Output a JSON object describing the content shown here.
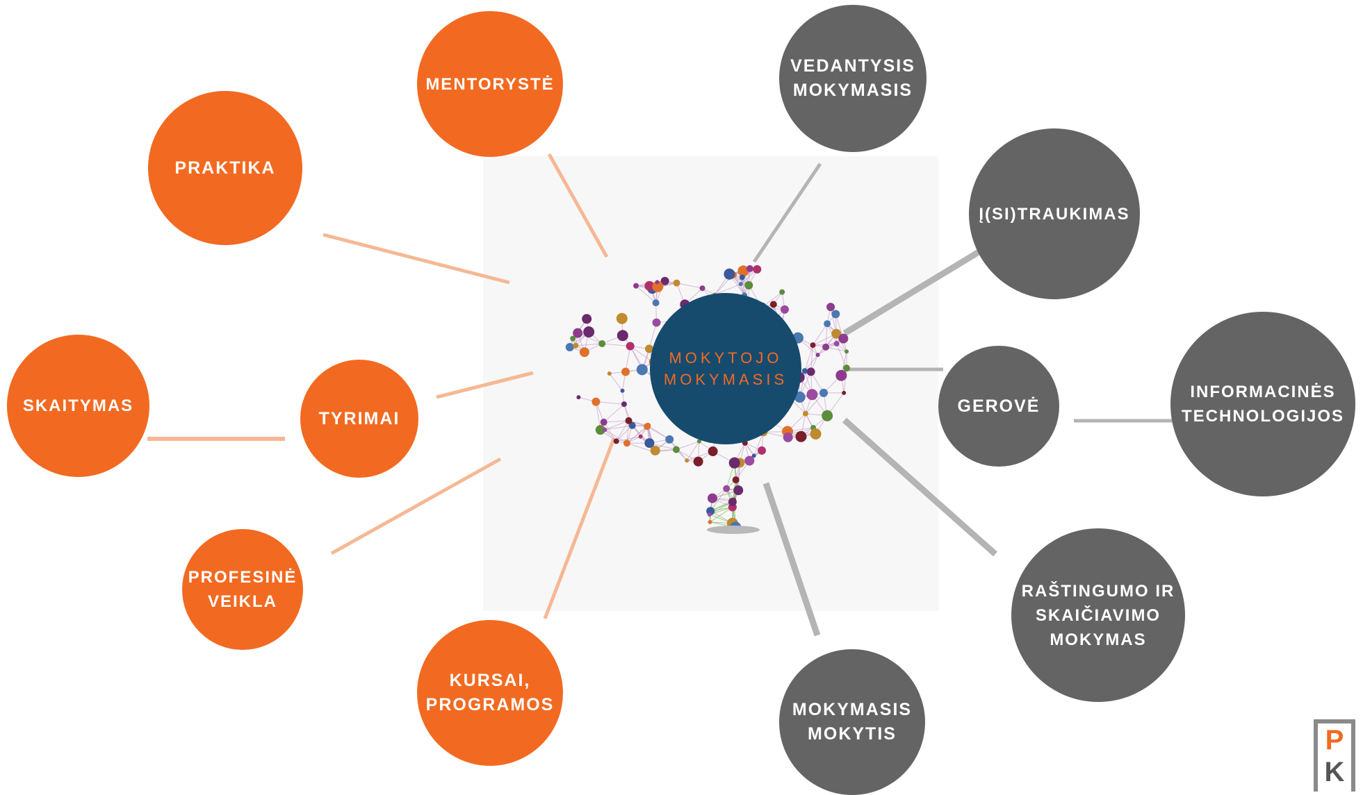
{
  "colors": {
    "orange": "#f26a21",
    "gray": "#646464",
    "center_fill": "#164b6e",
    "center_text": "#f26a21",
    "orange_line": "#f5b894",
    "gray_line": "#b4b4b4",
    "background_panel": "#f7f7f7"
  },
  "center": {
    "label": "MOKYTOJO\nMOKYMASIS"
  },
  "nodes": {
    "mentoryste": "MENTORYSTĖ",
    "praktika": "PRAKTIKA",
    "skaitymas": "SKAITYMAS",
    "tyrimai": "TYRIMAI",
    "profesine_veikla": "PROFESINĖ\nVEIKLA",
    "kursai_programos": "KURSAI,\nPROGRAMOS",
    "vedantysis_mokymasis": "VEDANTYSIS\nMOKYMASIS",
    "sitraukimas": "Į(SI)TRAUKIMAS",
    "gerove": "GEROVĖ",
    "informacines_technologijos": "INFORMACINĖS\nTECHNOLOGIJOS",
    "rastingumo_skaiciavimo": "RAŠTINGUMO IR\nSKAIČIAVIMO\nMOKYMAS",
    "mokymasis_mokytis": "MOKYMASIS\nMOKYTIS"
  },
  "logo": {
    "letters": [
      "P",
      "K"
    ],
    "icon": "pk-logo-icon"
  },
  "background_icon": "brain-network-icon"
}
